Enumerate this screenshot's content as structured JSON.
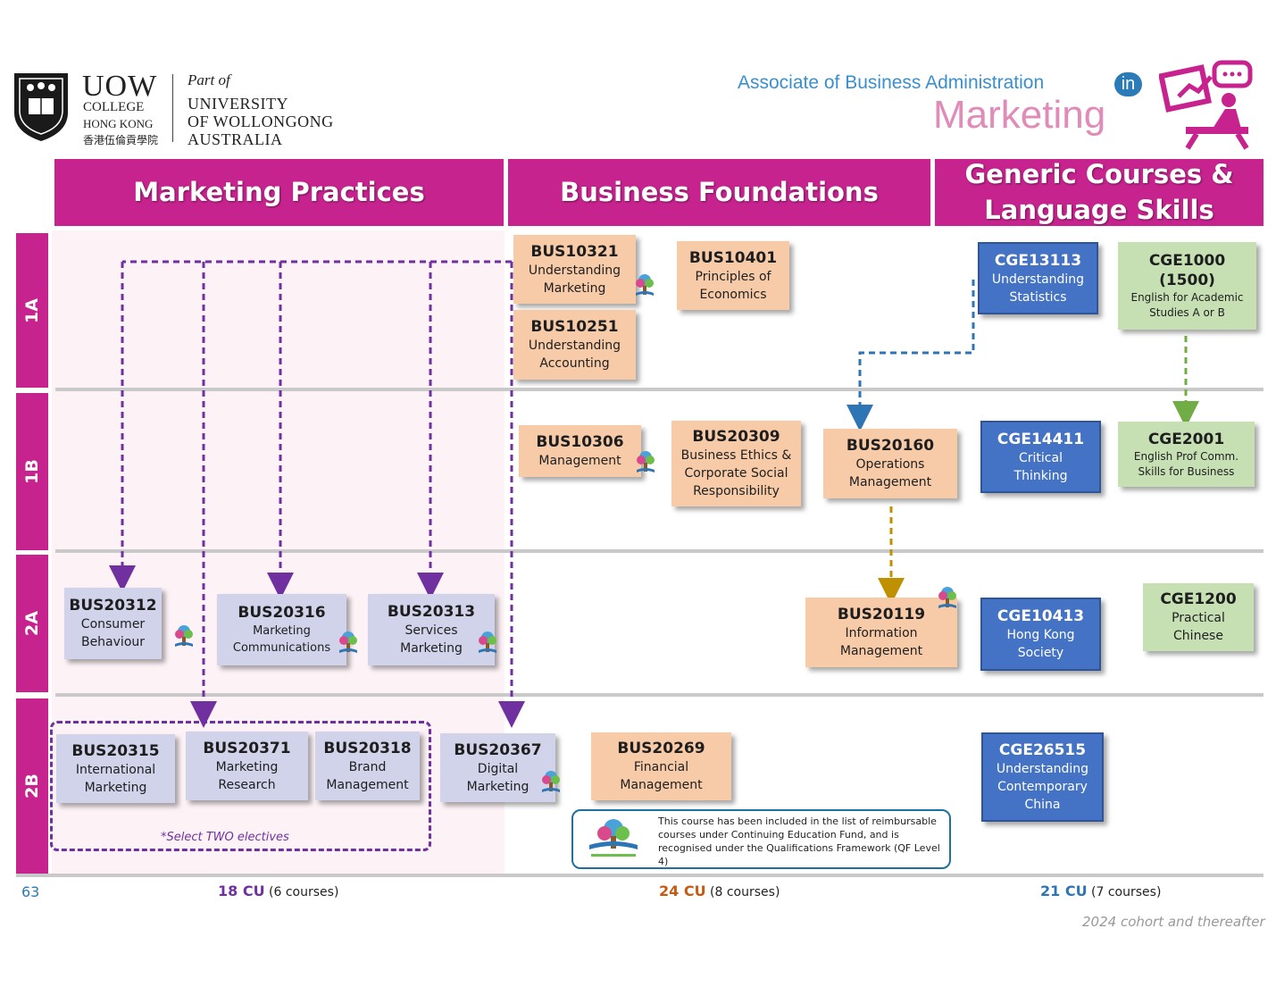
{
  "header": {
    "uow_logo": "UOW",
    "uow_line1": "COLLEGE",
    "uow_line2": "HONG KONG",
    "uow_line3": "香港伍倫貢學院",
    "part_of": "Part of",
    "univ_line1": "UNIVERSITY",
    "univ_line2": "OF WOLLONGONG",
    "univ_line3": "AUSTRALIA",
    "programme_prefix": "Associate of Business Administration",
    "programme_in": "in",
    "programme_title": "Marketing"
  },
  "columns": {
    "marketing_practices": "Marketing Practices",
    "business_foundations": "Business Foundations",
    "generic_line1": "Generic Courses &",
    "generic_line2": "Language Skills"
  },
  "rows": [
    "1A",
    "1B",
    "2A",
    "2B"
  ],
  "courses": {
    "bus10321": {
      "code": "BUS10321",
      "name": "Understanding\nMarketing"
    },
    "bus10401": {
      "code": "BUS10401",
      "name": "Principles of\nEconomics"
    },
    "bus10251": {
      "code": "BUS10251",
      "name": "Understanding\nAccounting"
    },
    "cge13113": {
      "code": "CGE13113",
      "name": "Understanding\nStatistics"
    },
    "cge1000": {
      "code": "CGE1000",
      "code2": "(1500)",
      "name": "English for Academic\nStudies A or B"
    },
    "bus10306": {
      "code": "BUS10306",
      "name": "Management"
    },
    "bus20309": {
      "code": "BUS20309",
      "name": "Business Ethics &\nCorporate Social\nResponsibility"
    },
    "bus20160": {
      "code": "BUS20160",
      "name": "Operations\nManagement"
    },
    "cge14411": {
      "code": "CGE14411",
      "name": "Critical\nThinking"
    },
    "cge2001": {
      "code": "CGE2001",
      "name": "English Prof Comm.\nSkills for Business"
    },
    "bus20312": {
      "code": "BUS20312",
      "name": "Consumer\nBehaviour"
    },
    "bus20316": {
      "code": "BUS20316",
      "name": "Marketing\nCommunications"
    },
    "bus20313": {
      "code": "BUS20313",
      "name": "Services\nMarketing"
    },
    "bus20119": {
      "code": "BUS20119",
      "name": "Information\nManagement"
    },
    "cge10413": {
      "code": "CGE10413",
      "name": "Hong Kong\nSociety"
    },
    "cge1200": {
      "code": "CGE1200",
      "name": "Practical\nChinese"
    },
    "bus20315": {
      "code": "BUS20315",
      "name": "International\nMarketing"
    },
    "bus20371": {
      "code": "BUS20371",
      "name": "Marketing\nResearch"
    },
    "bus20318": {
      "code": "BUS20318",
      "name": "Brand\nManagement"
    },
    "bus20367": {
      "code": "BUS20367",
      "name": "Digital\nMarketing"
    },
    "bus20269": {
      "code": "BUS20269",
      "name": "Financial\nManagement"
    },
    "cge26515": {
      "code": "CGE26515",
      "name": "Understanding\nContemporary\nChina"
    }
  },
  "select_note": "*Select TWO electives",
  "cef_note": "This course has been included in the list of reimbursable courses under Continuing Education Fund, and is recognised under the Qualifications Framework (QF Level 4)",
  "footer": {
    "page_number": "63",
    "mp_cu": "18 CU",
    "mp_courses": "(6 courses)",
    "bf_cu": "24 CU",
    "bf_courses": "(8 courses)",
    "gc_cu": "21 CU",
    "gc_courses": "(7 courses)",
    "cohort": "2024 cohort and thereafter"
  },
  "colors": {
    "magenta": "#c7238f",
    "purple": "#7030a0",
    "blue_link": "#2e75b6",
    "green_link": "#70ad47",
    "gold_link": "#bf9000",
    "orange_box": "#f8cba8",
    "lavender_box": "#d0d3ea",
    "blue_box": "#4472c4",
    "green_box": "#c6e0b4"
  },
  "icons": [
    "shield-icon",
    "cef-tree-icon",
    "presenter-icon"
  ]
}
